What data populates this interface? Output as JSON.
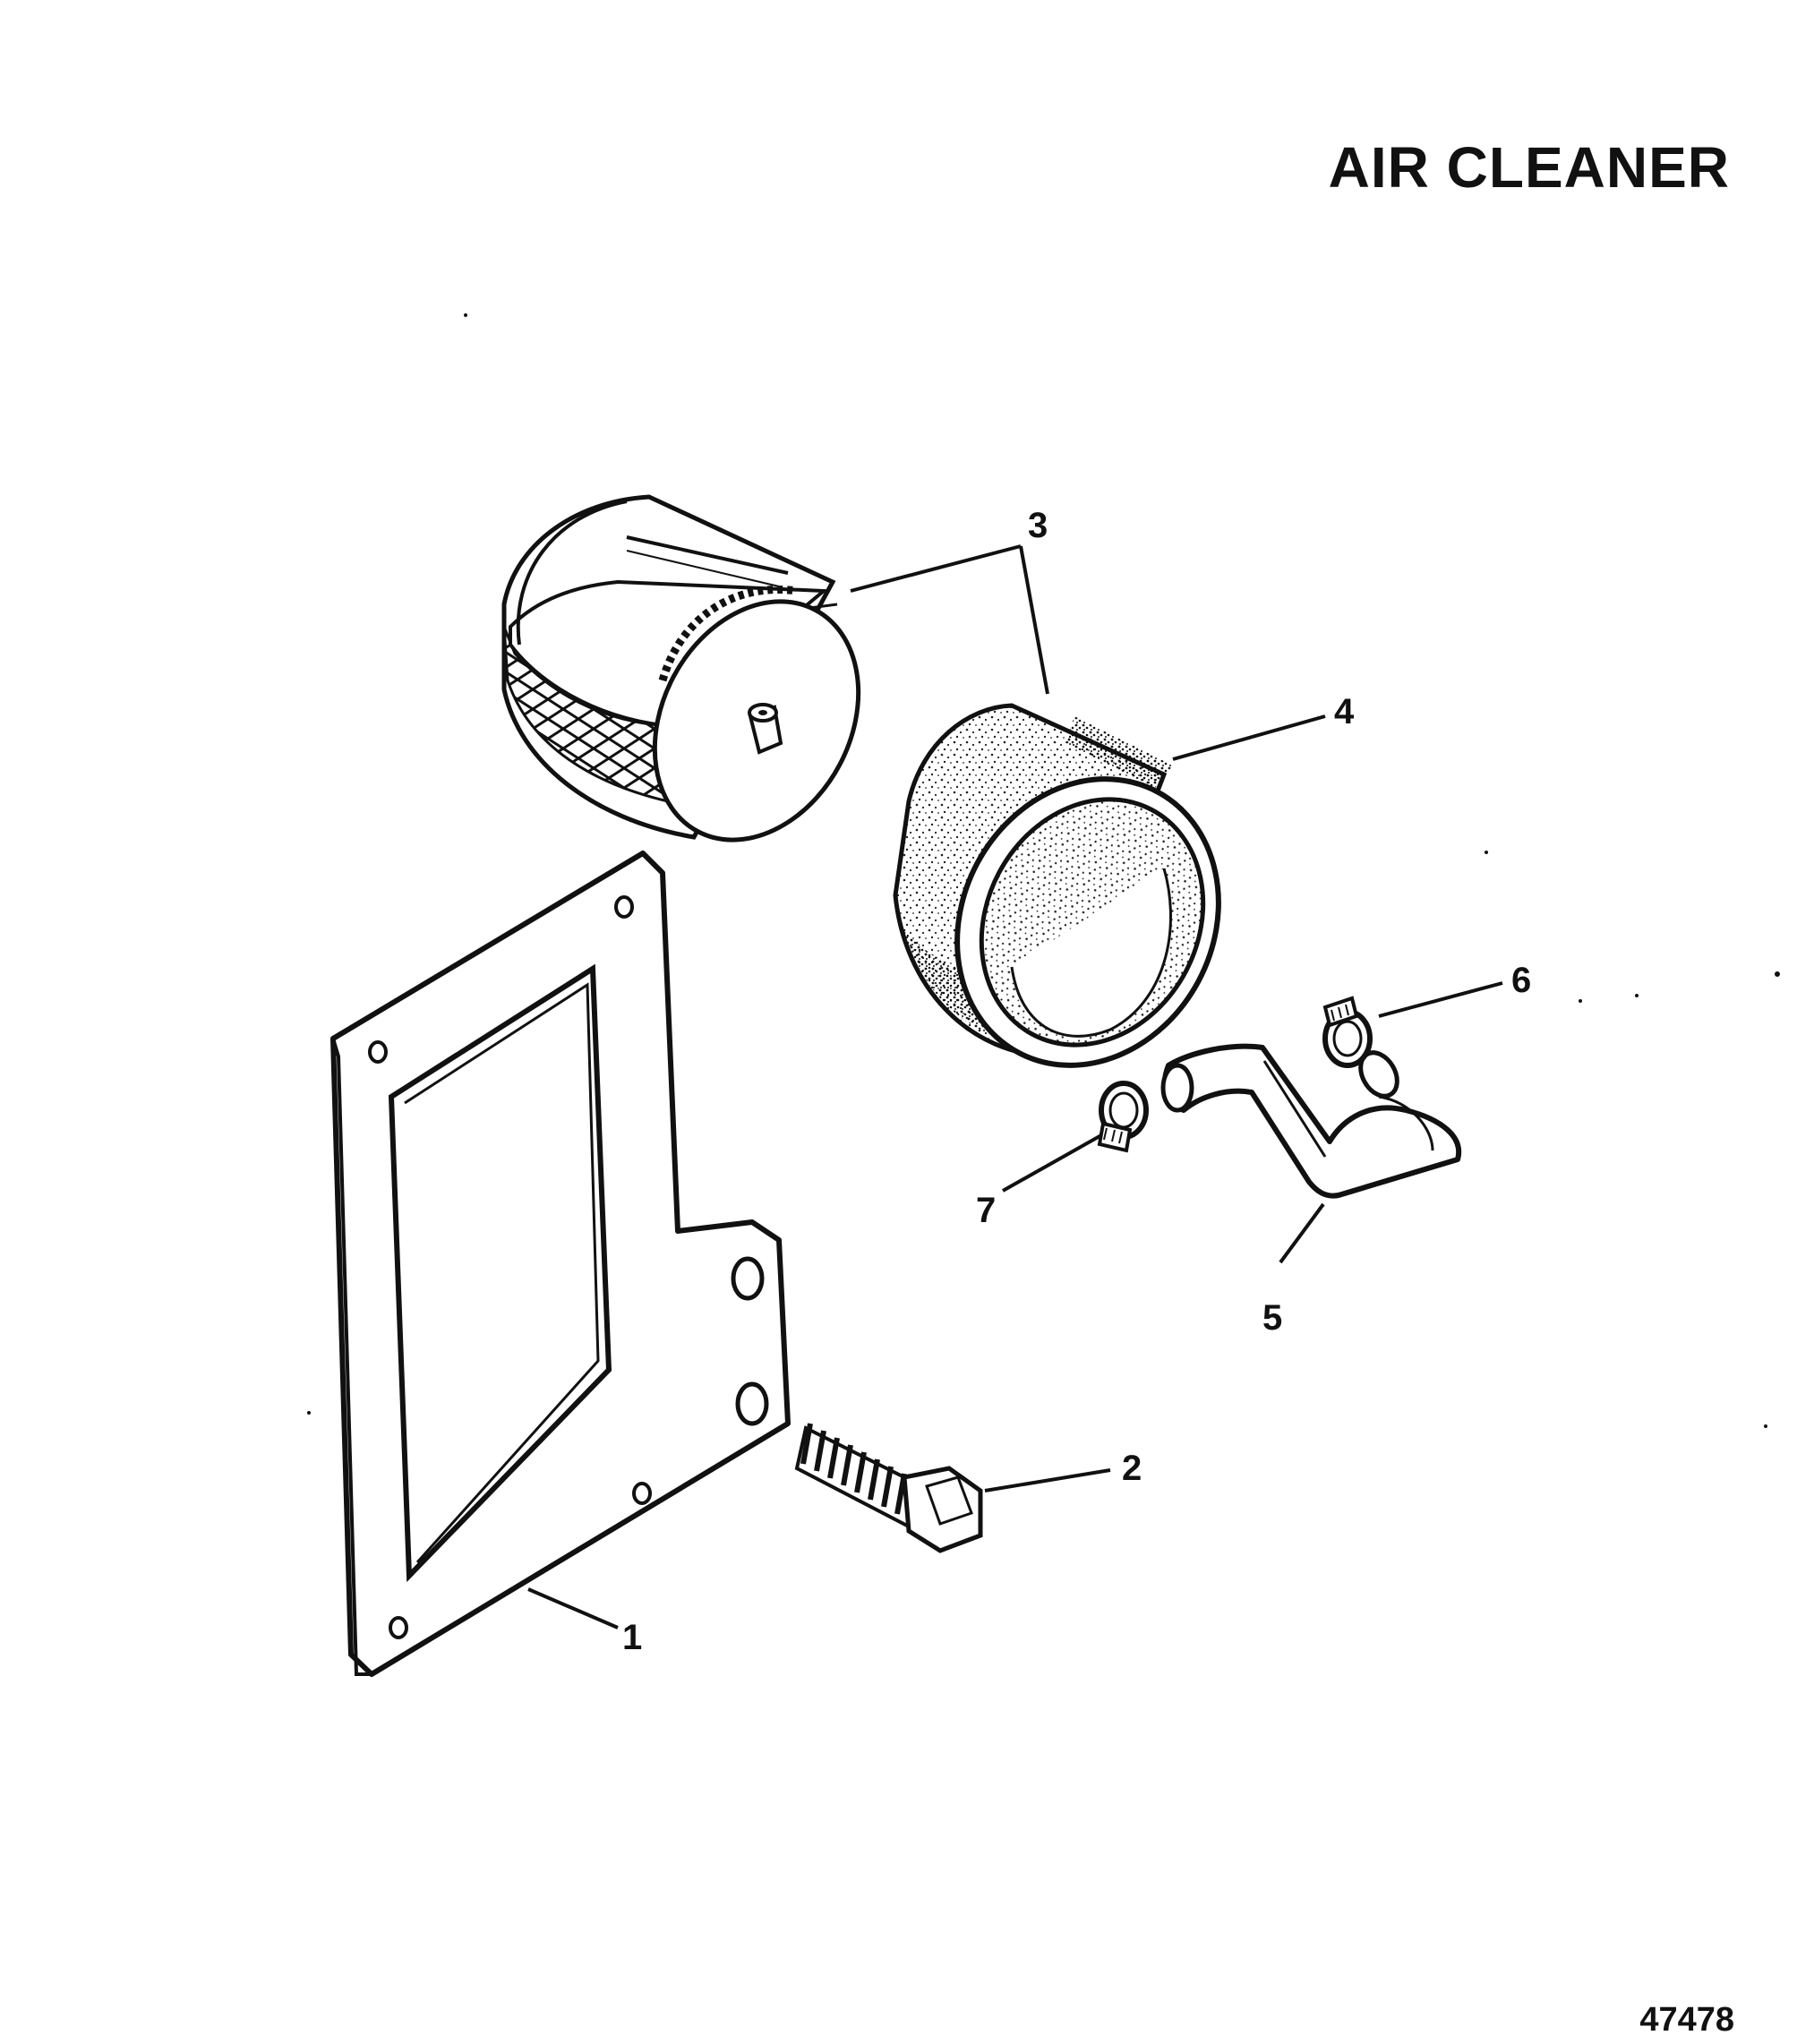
{
  "title": "AIR CLEANER",
  "figure_number": "47478",
  "callouts": [
    {
      "number": "1",
      "part": "flange plate"
    },
    {
      "number": "2",
      "part": "bolt"
    },
    {
      "number": "3",
      "part": "filter element"
    },
    {
      "number": "4",
      "part": "foam sleeve"
    },
    {
      "number": "5",
      "part": "hose"
    },
    {
      "number": "6",
      "part": "clamp"
    },
    {
      "number": "7",
      "part": "clamp"
    }
  ],
  "colors": {
    "ink": "#111111",
    "paper": "#ffffff"
  }
}
